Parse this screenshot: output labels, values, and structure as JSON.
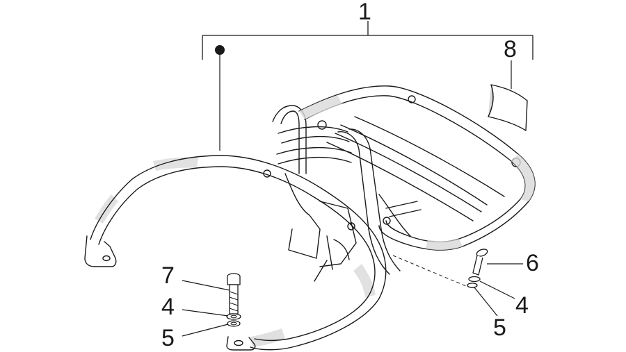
{
  "diagram": {
    "callouts": {
      "c1": "1",
      "c8": "8",
      "c7": "7",
      "c4_left": "4",
      "c5_left": "5",
      "c6": "6",
      "c4_right": "4",
      "c5_right": "5"
    },
    "colors": {
      "line": "#1a1a1a",
      "shade": "#d9d9d9",
      "background": "#ffffff"
    }
  }
}
